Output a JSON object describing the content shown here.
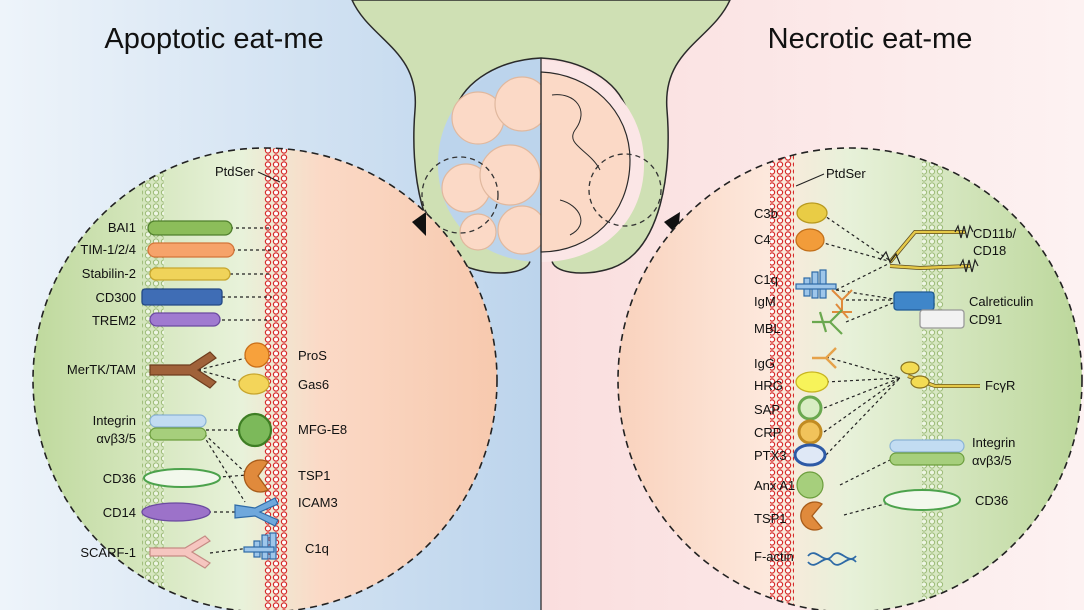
{
  "titles": {
    "left": "Apoptotic eat-me",
    "right": "Necrotic eat-me"
  },
  "colors": {
    "left_bg": "#c5d9ee",
    "right_bg": "#fbe3e3",
    "phagocyte": "#cfe0b4",
    "membrane": "#d62828",
    "cell_body": "#fbd9c6"
  },
  "left": {
    "ptdser": "PtdSer",
    "receptors": [
      "BAI1",
      "TIM-1/2/4",
      "Stabilin-2",
      "CD300",
      "TREM2",
      "MerTK/TAM"
    ],
    "integrin": {
      "name": "Integrin",
      "subscript": "αvβ3/5"
    },
    "lower_receptors": [
      "CD36",
      "CD14",
      "SCARF-1"
    ],
    "bridges": [
      "ProS",
      "Gas6",
      "MFG-E8",
      "TSP1",
      "ICAM3",
      "C1q"
    ]
  },
  "right": {
    "ptdser": "PtdSer",
    "molecules": [
      "C3b",
      "C4",
      "C1q",
      "IgM",
      "MBL",
      "IgG",
      "HRG",
      "SAP",
      "CRP",
      "PTX3",
      "Anx A1",
      "TSP1",
      "F-actin"
    ],
    "receptors": [
      "CD11b/",
      "CD18",
      "Calreticulin",
      "CD91",
      "FcγR"
    ],
    "integrin": {
      "name": "Integrin",
      "subscript": "αvβ3/5"
    },
    "cd36": "CD36"
  }
}
